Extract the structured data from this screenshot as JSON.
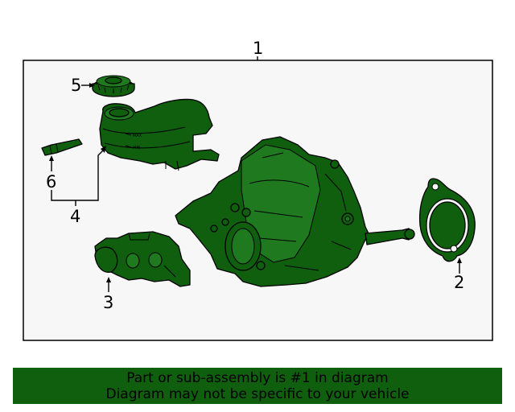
{
  "diagram": {
    "callouts": {
      "c1": "1",
      "c2": "2",
      "c3": "3",
      "c4": "4",
      "c5": "5",
      "c6": "6"
    },
    "reservoir_labels": {
      "max": "MAX",
      "min": "MIN"
    }
  },
  "banner": {
    "line1": "Part or sub-assembly is #1 in diagram",
    "line2": "Diagram may not be specific to your vehicle"
  },
  "colors": {
    "part_fill": "#0f5f0f",
    "panel_fill": "#f7f7f7",
    "banner_fill": "#0f5f0f"
  }
}
